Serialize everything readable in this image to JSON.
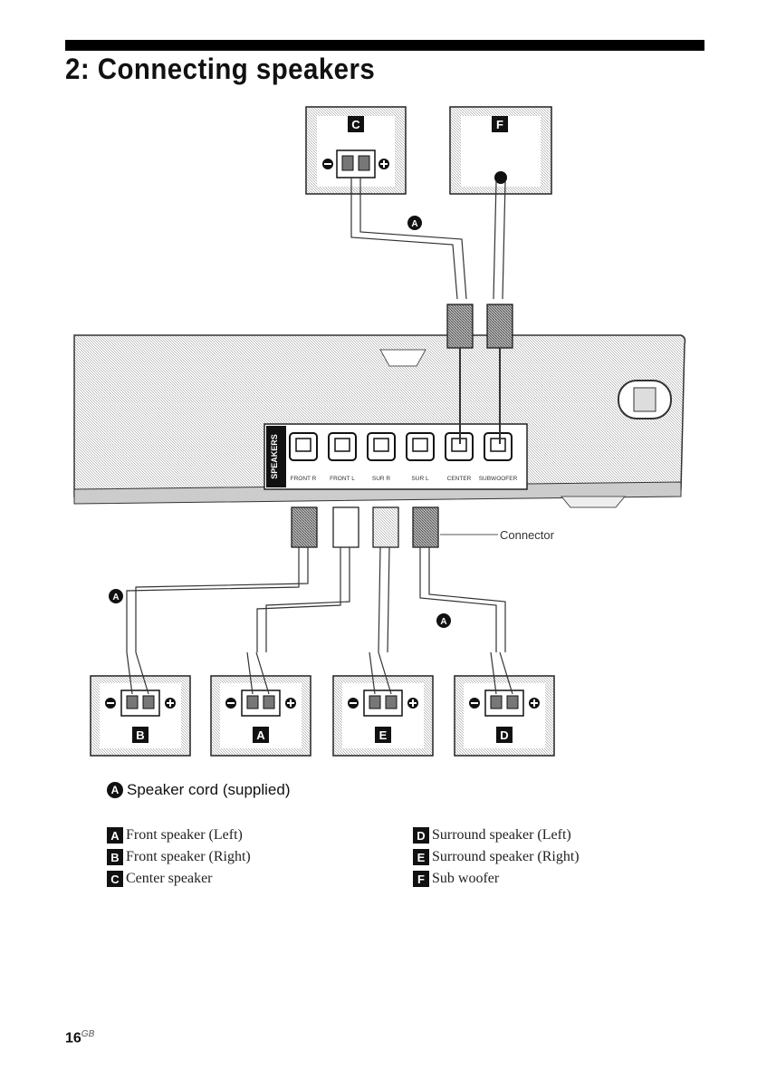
{
  "title": "2: Connecting speakers",
  "diagram": {
    "top_boxes": [
      "C",
      "F"
    ],
    "bottom_boxes": [
      "B",
      "A",
      "E",
      "D"
    ],
    "cord_marker": "A",
    "jack_labels": [
      "FRONT R",
      "FRONT L",
      "SUR R",
      "SUR L",
      "CENTER",
      "SUBWOOFER"
    ],
    "panel_label": "SPEAKERS",
    "connector_label": "Connector"
  },
  "legend": {
    "cord_marker": "A",
    "cord_text": "Speaker cord (supplied)",
    "left": [
      {
        "key": "A",
        "text": "Front speaker (Left)"
      },
      {
        "key": "B",
        "text": "Front speaker (Right)"
      },
      {
        "key": "C",
        "text": "Center speaker"
      }
    ],
    "right": [
      {
        "key": "D",
        "text": "Surround speaker (Left)"
      },
      {
        "key": "E",
        "text": "Surround speaker (Right)"
      },
      {
        "key": "F",
        "text": "Sub woofer"
      }
    ]
  },
  "page": {
    "number": "16",
    "suffix": "GB"
  }
}
